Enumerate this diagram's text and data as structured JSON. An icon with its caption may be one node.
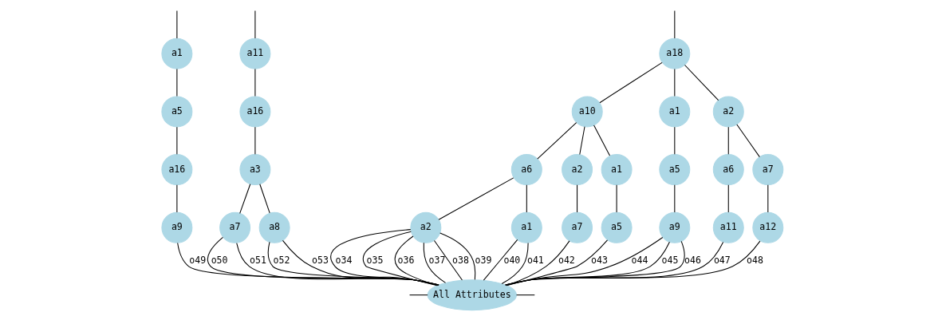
{
  "diagram": {
    "nodes": [
      {
        "text": [
          "a18"
        ]
      },
      {
        "text": [
          "a1"
        ]
      },
      {
        "text": [
          "a11"
        ]
      },
      {
        "text": [
          "a10"
        ]
      },
      {
        "text": [
          "a1"
        ]
      },
      {
        "text": [
          "a2"
        ]
      },
      {
        "text": [
          "a5"
        ]
      },
      {
        "text": [
          "a16"
        ]
      },
      {
        "text": [
          "a6"
        ]
      },
      {
        "text": [
          "a2"
        ]
      },
      {
        "text": [
          "a1"
        ]
      },
      {
        "text": [
          "a5"
        ]
      },
      {
        "text": [
          "a6"
        ]
      },
      {
        "text": [
          "a7"
        ]
      },
      {
        "text": [
          "a16"
        ]
      },
      {
        "text": [
          "a3"
        ]
      },
      {
        "text": [
          "a2"
        ]
      },
      {
        "text": [
          "a1"
        ]
      },
      {
        "text": [
          "a7"
        ]
      },
      {
        "text": [
          "a5"
        ]
      },
      {
        "text": [
          "a9"
        ]
      },
      {
        "text": [
          "a11"
        ]
      },
      {
        "text": [
          "a12"
        ]
      },
      {
        "text": [
          "a9"
        ]
      },
      {
        "text": [
          "a7"
        ]
      },
      {
        "text": [
          "a8"
        ]
      },
      {
        "text": [
          "All Attributes"
        ]
      }
    ],
    "edges": [
      {
        "from": null,
        "to": 0,
        "arrow": "none"
      },
      {
        "from": null,
        "to": 1,
        "arrow": "none"
      },
      {
        "from": null,
        "to": 2,
        "arrow": "none"
      },
      {
        "from": 0,
        "to": 3,
        "arrow": "none"
      },
      {
        "from": 0,
        "to": 4,
        "arrow": "none"
      },
      {
        "from": 0,
        "to": 5,
        "arrow": "none"
      },
      {
        "from": 1,
        "to": 6,
        "arrow": "none"
      },
      {
        "from": 2,
        "to": 7,
        "arrow": "none"
      },
      {
        "from": 3,
        "to": 8,
        "arrow": "none"
      },
      {
        "from": 3,
        "to": 9,
        "arrow": "none"
      },
      {
        "from": 3,
        "to": 10,
        "arrow": "none"
      },
      {
        "from": 4,
        "to": 11,
        "arrow": "none"
      },
      {
        "from": 5,
        "to": 12,
        "arrow": "none"
      },
      {
        "from": 5,
        "to": 13,
        "arrow": "none"
      },
      {
        "from": 6,
        "to": 14,
        "arrow": "none"
      },
      {
        "from": 7,
        "to": 15,
        "arrow": "none"
      },
      {
        "from": 8,
        "to": 16,
        "arrow": "none"
      },
      {
        "from": 8,
        "to": 17,
        "arrow": "none"
      },
      {
        "from": 9,
        "to": 18,
        "arrow": "none"
      },
      {
        "from": 10,
        "to": 19,
        "arrow": "none"
      },
      {
        "from": 11,
        "to": 20,
        "arrow": "none"
      },
      {
        "from": 12,
        "to": 21,
        "arrow": "none"
      },
      {
        "from": 13,
        "to": 22,
        "arrow": "none"
      },
      {
        "from": 14,
        "to": 23,
        "arrow": "none"
      },
      {
        "from": 15,
        "to": 24,
        "arrow": "none"
      },
      {
        "from": 15,
        "to": 25,
        "arrow": "none"
      },
      {
        "from": 16,
        "to": 26,
        "arrow": "none",
        "label": "o34"
      },
      {
        "from": 16,
        "to": 26,
        "arrow": "none",
        "label": "o35"
      },
      {
        "from": 16,
        "to": 26,
        "arrow": "none",
        "label": "o36"
      },
      {
        "from": 16,
        "to": 26,
        "arrow": "none",
        "label": "o37"
      },
      {
        "from": 16,
        "to": 26,
        "arrow": "none",
        "label": "o38"
      },
      {
        "from": 16,
        "to": 26,
        "arrow": "none",
        "label": "o39"
      },
      {
        "from": 17,
        "to": 26,
        "arrow": "none",
        "label": "o40"
      },
      {
        "from": 17,
        "to": 26,
        "arrow": "none",
        "label": "o41"
      },
      {
        "from": 18,
        "to": 26,
        "arrow": "none",
        "label": "o42"
      },
      {
        "from": 19,
        "to": 26,
        "arrow": "none",
        "label": "o43"
      },
      {
        "from": 20,
        "to": 26,
        "arrow": "none",
        "label": "o44"
      },
      {
        "from": 20,
        "to": 26,
        "arrow": "none",
        "label": "o45"
      },
      {
        "from": 20,
        "to": 26,
        "arrow": "none",
        "label": "o46"
      },
      {
        "from": 21,
        "to": 26,
        "arrow": "none",
        "label": "o47"
      },
      {
        "from": 22,
        "to": 26,
        "arrow": "none",
        "label": "o48"
      },
      {
        "from": 23,
        "to": 26,
        "arrow": "none",
        "label": "o49"
      },
      {
        "from": 24,
        "to": 26,
        "arrow": "none",
        "label": "o50"
      },
      {
        "from": 24,
        "to": 26,
        "arrow": "none",
        "label": "o51"
      },
      {
        "from": 25,
        "to": 26,
        "arrow": "none",
        "label": "o52"
      },
      {
        "from": 25,
        "to": 26,
        "arrow": "none",
        "label": "o53"
      },
      {
        "from": null,
        "to": 26,
        "arrow": "none"
      },
      {
        "from": null,
        "to": 26,
        "arrow": "none"
      }
    ]
  }
}
